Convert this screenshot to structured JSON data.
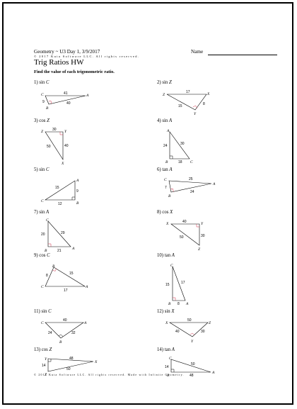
{
  "header": {
    "course_line": "Geometry ~ U3 Day 1, 3/9/2017",
    "name_label": "Name",
    "copyright": "© 2017 Kuta Software LLC. All rights reserved.",
    "title": "Trig Ratios HW",
    "instructions": "Find the value of each trigonometric ratio."
  },
  "problems": [
    {
      "num": "1)",
      "fn": "sin",
      "var": "C"
    },
    {
      "num": "2)",
      "fn": "sin",
      "var": "Z"
    },
    {
      "num": "3)",
      "fn": "cos",
      "var": "Z"
    },
    {
      "num": "4)",
      "fn": "sin",
      "var": "A"
    },
    {
      "num": "5)",
      "fn": "sin",
      "var": "C"
    },
    {
      "num": "6)",
      "fn": "tan",
      "var": "A"
    },
    {
      "num": "7)",
      "fn": "sin",
      "var": "A"
    },
    {
      "num": "8)",
      "fn": "cos",
      "var": "X"
    },
    {
      "num": "9)",
      "fn": "cos",
      "var": "C"
    },
    {
      "num": "10)",
      "fn": "tan",
      "var": "A"
    },
    {
      "num": "11)",
      "fn": "sin",
      "var": "C"
    },
    {
      "num": "12)",
      "fn": "sin",
      "var": "X"
    },
    {
      "num": "13)",
      "fn": "cos",
      "var": "Z"
    },
    {
      "num": "14)",
      "fn": "tan",
      "var": "A"
    }
  ],
  "figures": {
    "f1": {
      "v1": "C",
      "v2": "A",
      "v3": "B",
      "s1": "41",
      "s2": "9",
      "s3": "40"
    },
    "f2": {
      "v1": "Z",
      "v2": "X",
      "v3": "Y",
      "s1": "17",
      "s2": "15",
      "s3": "8"
    },
    "f3": {
      "v1": "Z",
      "v2": "Y",
      "v3": "X",
      "s1": "30",
      "s2": "50",
      "s3": "40"
    },
    "f4": {
      "v1": "A",
      "v2": "B",
      "v3": "C",
      "s1": "30",
      "s2": "24",
      "s3": "18"
    },
    "f5": {
      "v1": "A",
      "v2": "C",
      "v3": "B",
      "s1": "15",
      "s2": "9",
      "s3": "12"
    },
    "f6": {
      "v1": "C",
      "v2": "A",
      "v3": "B",
      "s1": "25",
      "s2": "7",
      "s3": "24"
    },
    "f7": {
      "v1": "C",
      "v2": "B",
      "v3": "A",
      "s1": "29",
      "s2": "20",
      "s3": "21"
    },
    "f8": {
      "v1": "X",
      "v2": "Y",
      "v3": "Z",
      "s1": "40",
      "s2": "50",
      "s3": "30"
    },
    "f9": {
      "v1": "B",
      "v2": "C",
      "v3": "A",
      "s1": "8",
      "s2": "15",
      "s3": "17"
    },
    "f10": {
      "v1": "C",
      "v2": "B",
      "v3": "A",
      "s1": "17",
      "s2": "15",
      "s3": "8"
    },
    "f11": {
      "v1": "C",
      "v2": "A",
      "v3": "B",
      "s1": "40",
      "s2": "24",
      "s3": "32"
    },
    "f12": {
      "v1": "X",
      "v2": "Z",
      "v3": "Y",
      "s1": "50",
      "s2": "40",
      "s3": "30"
    },
    "f13": {
      "v1": "Y",
      "v2": "X",
      "v3": "Z",
      "s1": "48",
      "s2": "14",
      "s3": "50"
    },
    "f14": {
      "v1": "C",
      "v2": "A",
      "v3": "B",
      "s1": "50",
      "s2": "14",
      "s3": "48"
    }
  },
  "footer": "© 2017 Kuta Software LLC. All rights reserved. Made with Infinite Geometry."
}
